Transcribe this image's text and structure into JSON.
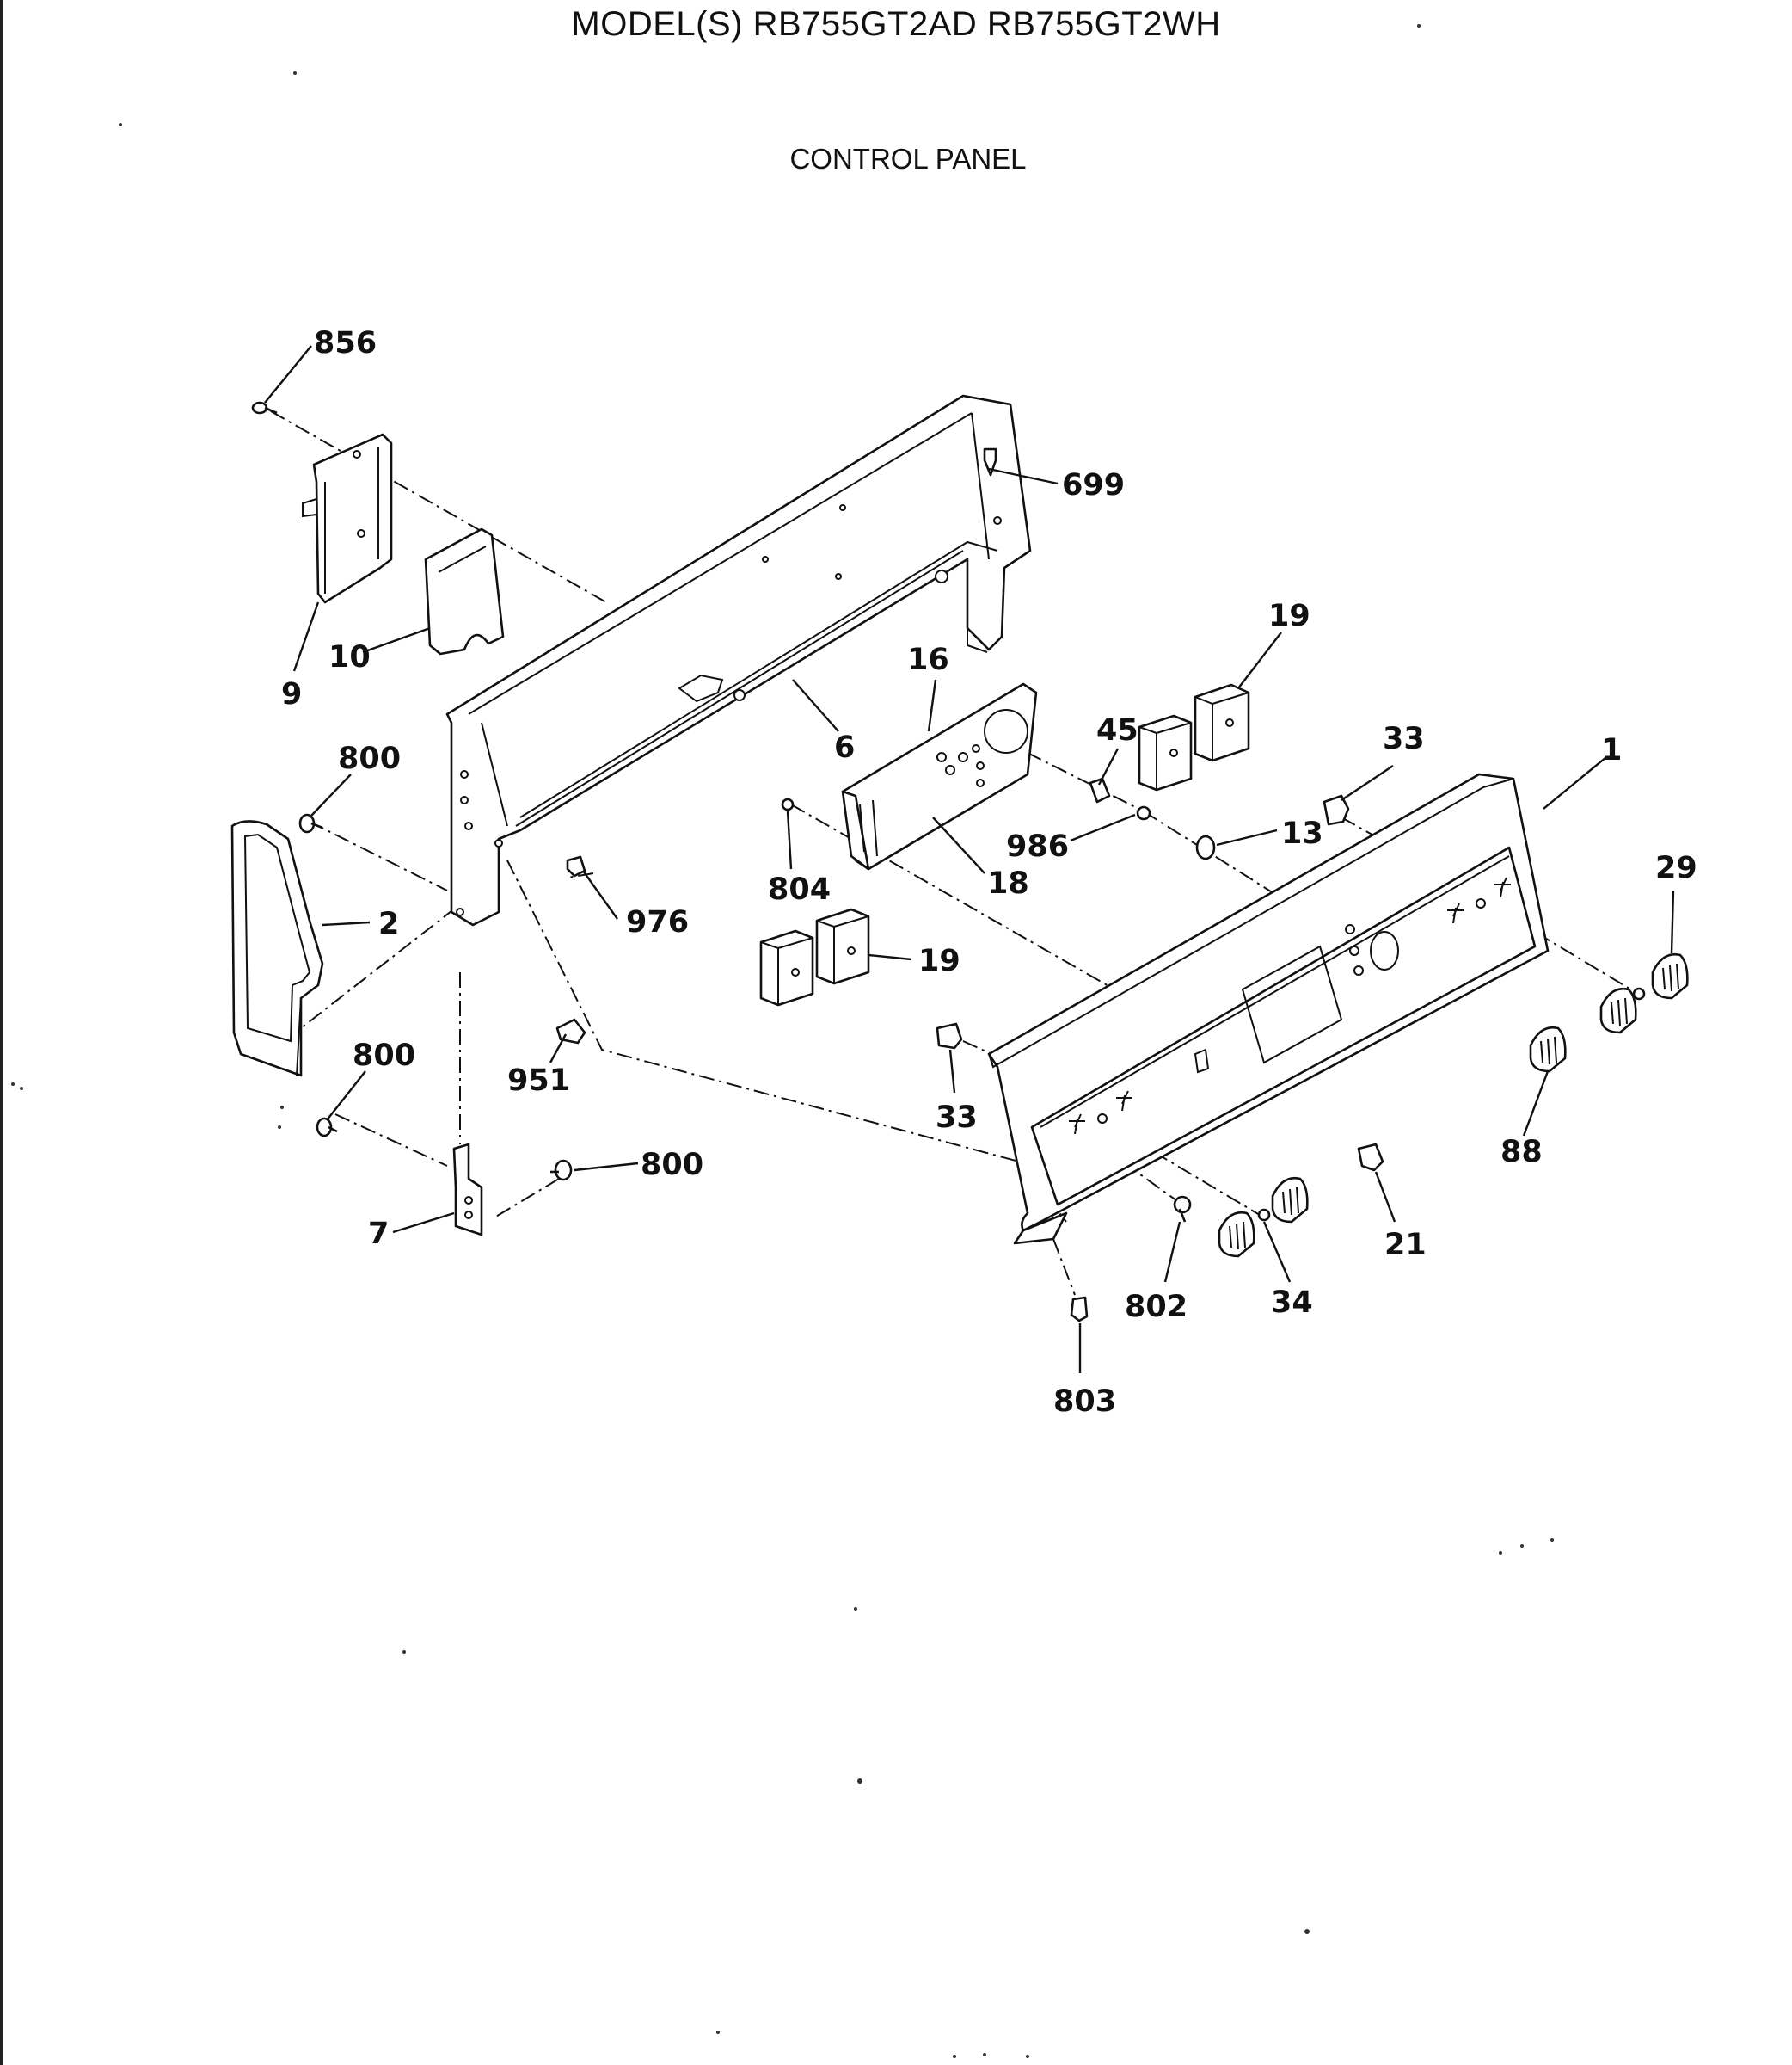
{
  "header": {
    "model_title": "MODEL(S) RB755GT2AD   RB755GT2WH",
    "section_title": "CONTROL PANEL"
  },
  "diagram": {
    "part_labels": {
      "p856": "856",
      "p699": "699",
      "p9": "9",
      "p10": "10",
      "p6": "6",
      "p16": "16",
      "p19a": "19",
      "p45": "45",
      "p33a": "33",
      "p1": "1",
      "p800a": "800",
      "p2": "2",
      "p976": "976",
      "p804": "804",
      "p18": "18",
      "p986": "986",
      "p13": "13",
      "p29": "29",
      "p19b": "19",
      "p951": "951",
      "p800b": "800",
      "p33b": "33",
      "p88": "88",
      "p800c": "800",
      "p7": "7",
      "p802": "802",
      "p34": "34",
      "p21": "21",
      "p803": "803"
    }
  }
}
